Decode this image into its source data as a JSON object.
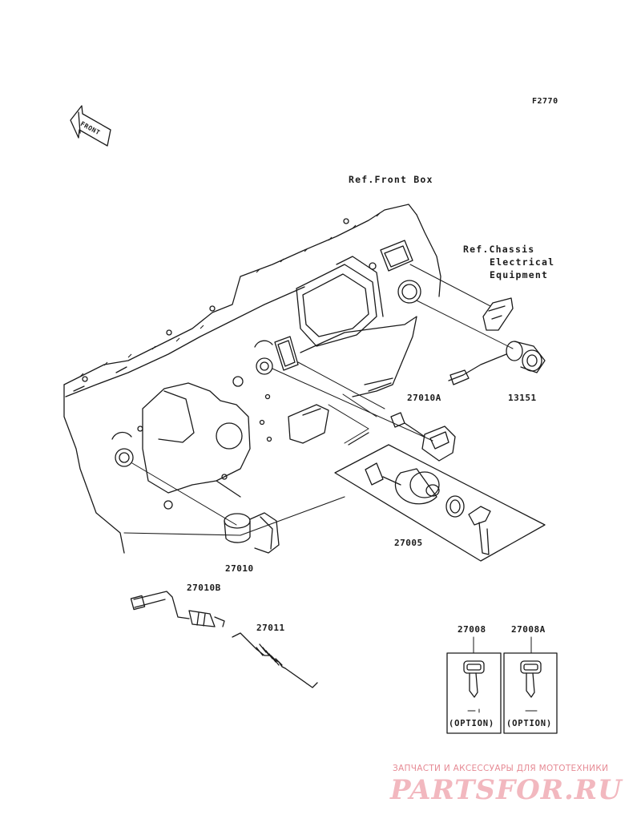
{
  "figure_code": "F2770",
  "front_arrow_text": "FRONT",
  "references": {
    "front_box": "Ref.Front Box",
    "chassis_line1": "Ref.Chassis",
    "chassis_line2": "Electrical",
    "chassis_line3": "Equipment"
  },
  "parts": {
    "p27010A": "27010A",
    "p13151": "13151",
    "p27005": "27005",
    "p27010": "27010",
    "p27010B": "27010B",
    "p27011": "27011",
    "p27008": "27008",
    "p27008A": "27008A"
  },
  "option_label": "(OPTION)",
  "watermark": {
    "tagline": "ЗАПЧАСТИ И АКСЕССУАРЫ ДЛЯ МОТОТЕХНИКИ",
    "brand": "PARTSFOR.RU",
    "color": "#e8909a"
  }
}
